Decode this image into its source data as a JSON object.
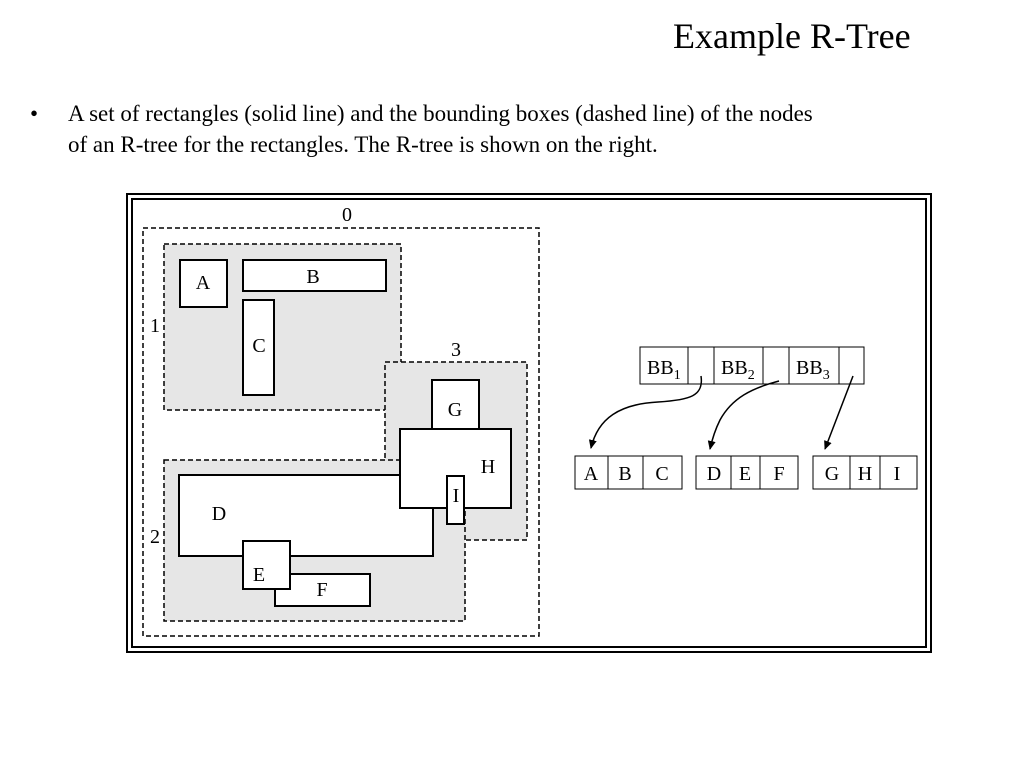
{
  "slide": {
    "title": "Example R-Tree",
    "bullet_lines": [
      "A set of rectangles (solid line) and the bounding boxes (dashed line) of the nodes",
      "of an R-tree for the rectangles. The R-tree is shown on the right."
    ]
  },
  "diagram": {
    "bbox_labels": {
      "b0": "0",
      "b1": "1",
      "b2": "2",
      "b3": "3"
    },
    "rect_labels": {
      "A": "A",
      "B": "B",
      "C": "C",
      "D": "D",
      "E": "E",
      "F": "F",
      "G": "G",
      "H": "H",
      "I": "I"
    },
    "root_node": {
      "entries": [
        {
          "base": "BB",
          "sub": "1"
        },
        {
          "base": "BB",
          "sub": "2"
        },
        {
          "base": "BB",
          "sub": "3"
        }
      ]
    },
    "leaf_nodes": [
      [
        "A",
        "B",
        "C"
      ],
      [
        "D",
        "E",
        "F"
      ],
      [
        "G",
        "H",
        "I"
      ]
    ],
    "colors": {
      "bbox_fill": "#e6e6e6",
      "line": "#000000"
    }
  }
}
